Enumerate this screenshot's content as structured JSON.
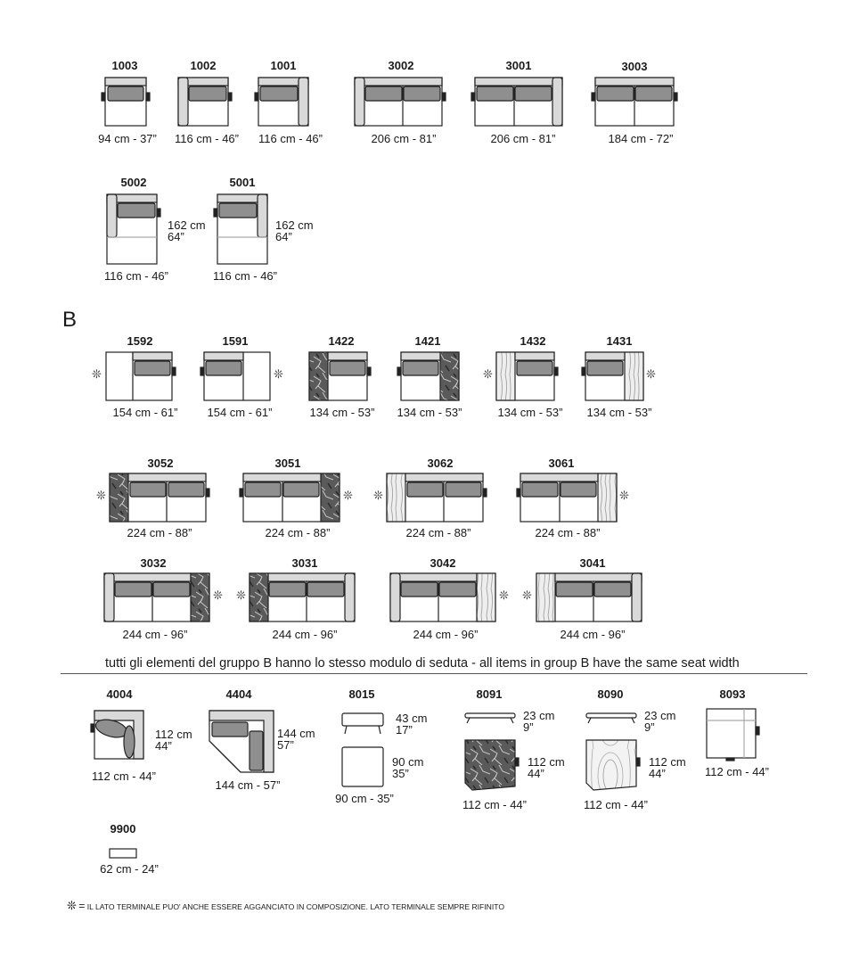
{
  "section_b_label": "B",
  "group_b_note": "tutti gli elementi del gruppo B hanno lo stesso modulo di  seduta  -  all items in group B have the same seat width",
  "footnote": {
    "symbol": "❊",
    "equals": "=",
    "text": "IL LATO TERMINALE PUO' ANCHE ESSERE AGGANCIATO IN COMPOSIZIONE. LATO TERMINALE SEMPRE RIFINITO"
  },
  "row1": [
    {
      "code": "1003",
      "width": "94 cm - 37”"
    },
    {
      "code": "1002",
      "width": "116 cm - 46”"
    },
    {
      "code": "1001",
      "width": "116 cm - 46”"
    },
    {
      "code": "3002",
      "width": "206 cm - 81”"
    },
    {
      "code": "3001",
      "width": "206 cm - 81”"
    },
    {
      "code": "3003",
      "width": "184 cm - 72”"
    }
  ],
  "row2": [
    {
      "code": "5002",
      "width": "116 cm - 46”",
      "depth_cm": "162 cm",
      "depth_in": "64”"
    },
    {
      "code": "5001",
      "width": "116 cm - 46”",
      "depth_cm": "162 cm",
      "depth_in": "64”"
    }
  ],
  "row3": [
    {
      "code": "1592",
      "width": "154 cm - 61”"
    },
    {
      "code": "1591",
      "width": "154 cm - 61”"
    },
    {
      "code": "1422",
      "width": "134 cm - 53”"
    },
    {
      "code": "1421",
      "width": "134 cm - 53”"
    },
    {
      "code": "1432",
      "width": "134 cm - 53”"
    },
    {
      "code": "1431",
      "width": "134 cm - 53”"
    }
  ],
  "row4": [
    {
      "code": "3052",
      "width": "224 cm - 88”"
    },
    {
      "code": "3051",
      "width": "224 cm - 88”"
    },
    {
      "code": "3062",
      "width": "224 cm - 88”"
    },
    {
      "code": "3061",
      "width": "224 cm - 88”"
    }
  ],
  "row5": [
    {
      "code": "3032",
      "width": "244 cm - 96”"
    },
    {
      "code": "3031",
      "width": "244 cm - 96”"
    },
    {
      "code": "3042",
      "width": "244 cm - 96”"
    },
    {
      "code": "3041",
      "width": "244 cm - 96”"
    }
  ],
  "row6": [
    {
      "code": "4004",
      "width": "112 cm - 44”",
      "depth_cm": "112 cm",
      "depth_in": "44”"
    },
    {
      "code": "4404",
      "width": "144 cm - 57”",
      "depth_cm": "144 cm",
      "depth_in": "57”"
    },
    {
      "code": "8015",
      "height_cm": "43 cm",
      "height_in": "17”",
      "width": "90 cm - 35”",
      "depth_cm": "90 cm",
      "depth_in": "35”"
    },
    {
      "code": "8091",
      "height_cm": "23 cm",
      "height_in": "9”",
      "width": "112 cm - 44”",
      "depth_cm": "112 cm",
      "depth_in": "44”"
    },
    {
      "code": "8090",
      "height_cm": "23 cm",
      "height_in": "9”",
      "width": "112 cm - 44”",
      "depth_cm": "112 cm",
      "depth_in": "44”"
    },
    {
      "code": "8093",
      "width": "112 cm - 44”"
    }
  ],
  "row7": [
    {
      "code": "9900",
      "width": "62 cm - 24”"
    }
  ],
  "colors": {
    "line": "#222222",
    "cushion": "#8f8f8f",
    "backrest": "#d9d9d9",
    "marble": "#4a4a4a",
    "wood": "#e6e6e6"
  }
}
